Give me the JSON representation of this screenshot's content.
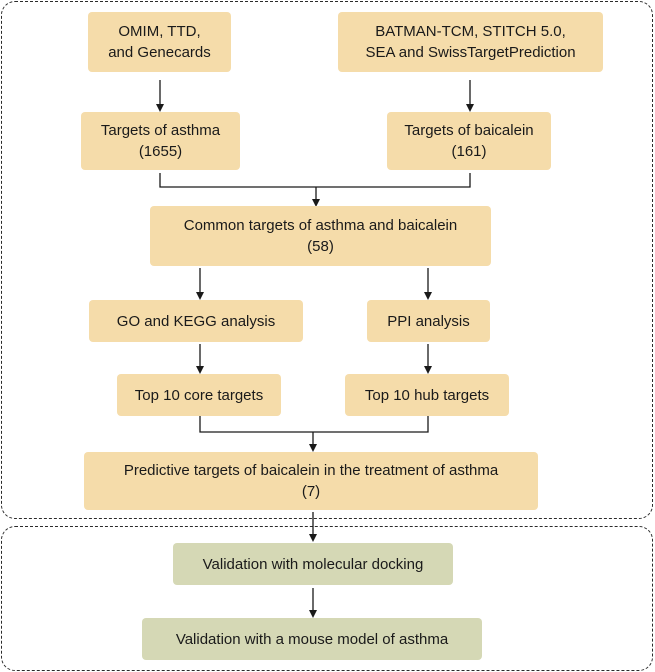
{
  "boxes": {
    "source_disease": {
      "lines": [
        "OMIM, TTD,",
        "and Genecards"
      ]
    },
    "source_compound": {
      "lines": [
        "BATMAN-TCM, STITCH 5.0,",
        "SEA and SwissTargetPrediction"
      ]
    },
    "targets_asthma": {
      "lines": [
        "Targets of asthma",
        "(1655)"
      ]
    },
    "targets_baicalein": {
      "lines": [
        "Targets of baicalein",
        "(161)"
      ]
    },
    "common_targets": {
      "lines": [
        "Common targets of asthma and baicalein",
        "(58)"
      ]
    },
    "go_kegg": {
      "lines": [
        "GO and KEGG  analysis"
      ]
    },
    "ppi": {
      "lines": [
        "PPI analysis"
      ]
    },
    "top_core": {
      "lines": [
        "Top 10  core targets"
      ]
    },
    "top_hub": {
      "lines": [
        "Top 10 hub targets"
      ]
    },
    "predictive": {
      "lines": [
        "Predictive targets of baicalein in the treatment of asthma",
        "(7)"
      ]
    },
    "docking": {
      "lines": [
        "Validation with molecular docking"
      ]
    },
    "mouse_model": {
      "lines": [
        "Validation with a mouse model of asthma"
      ]
    }
  },
  "colors": {
    "analysis_box": "#f5dcaa",
    "validation_box": "#d5d8b5",
    "line": "#1a1a1a"
  }
}
